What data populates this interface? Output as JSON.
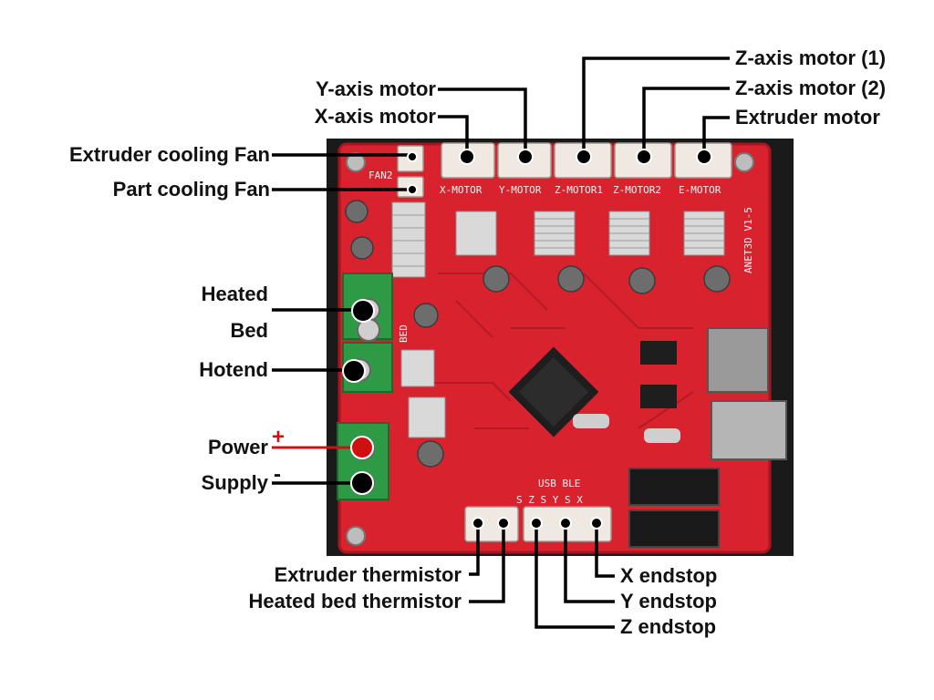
{
  "labels": {
    "y_axis_motor": "Y-axis motor",
    "x_axis_motor": "X-axis motor",
    "z_axis_motor_1": "Z-axis motor (1)",
    "z_axis_motor_2": "Z-axis motor (2)",
    "extruder_motor": "Extruder motor",
    "extruder_cooling_fan": "Extruder cooling Fan",
    "part_cooling_fan": "Part cooling Fan",
    "heated": "Heated",
    "bed": "Bed",
    "hotend": "Hotend",
    "power": "Power",
    "supply": "Supply",
    "extruder_thermistor": "Extruder thermistor",
    "heated_bed_thermistor": "Heated bed thermistor",
    "x_endstop": "X endstop",
    "y_endstop": "Y endstop",
    "z_endstop": "Z endstop"
  },
  "signs": {
    "plus": "+",
    "minus": "-"
  },
  "silkscreen": {
    "x_motor": "X-MOTOR",
    "y_motor": "Y-MOTOR",
    "z_motor1": "Z-MOTOR1",
    "z_motor2": "Z-MOTOR2",
    "e_motor": "E-MOTOR",
    "fan2": "FAN2",
    "board": "ANET3D V1-5",
    "usb_ble": "USB BLE",
    "bed": "BED",
    "endstop_letters": "S  Z  S  Y  S  X"
  },
  "colors": {
    "board": "#d8232f",
    "board_dark": "#a9151f",
    "terminal_green": "#2f9a45",
    "connector": "#efe9e2",
    "heatsink": "#d9d9d9",
    "positive_lead": "#d01010",
    "label_text": "#111111",
    "marker": "#000000"
  }
}
